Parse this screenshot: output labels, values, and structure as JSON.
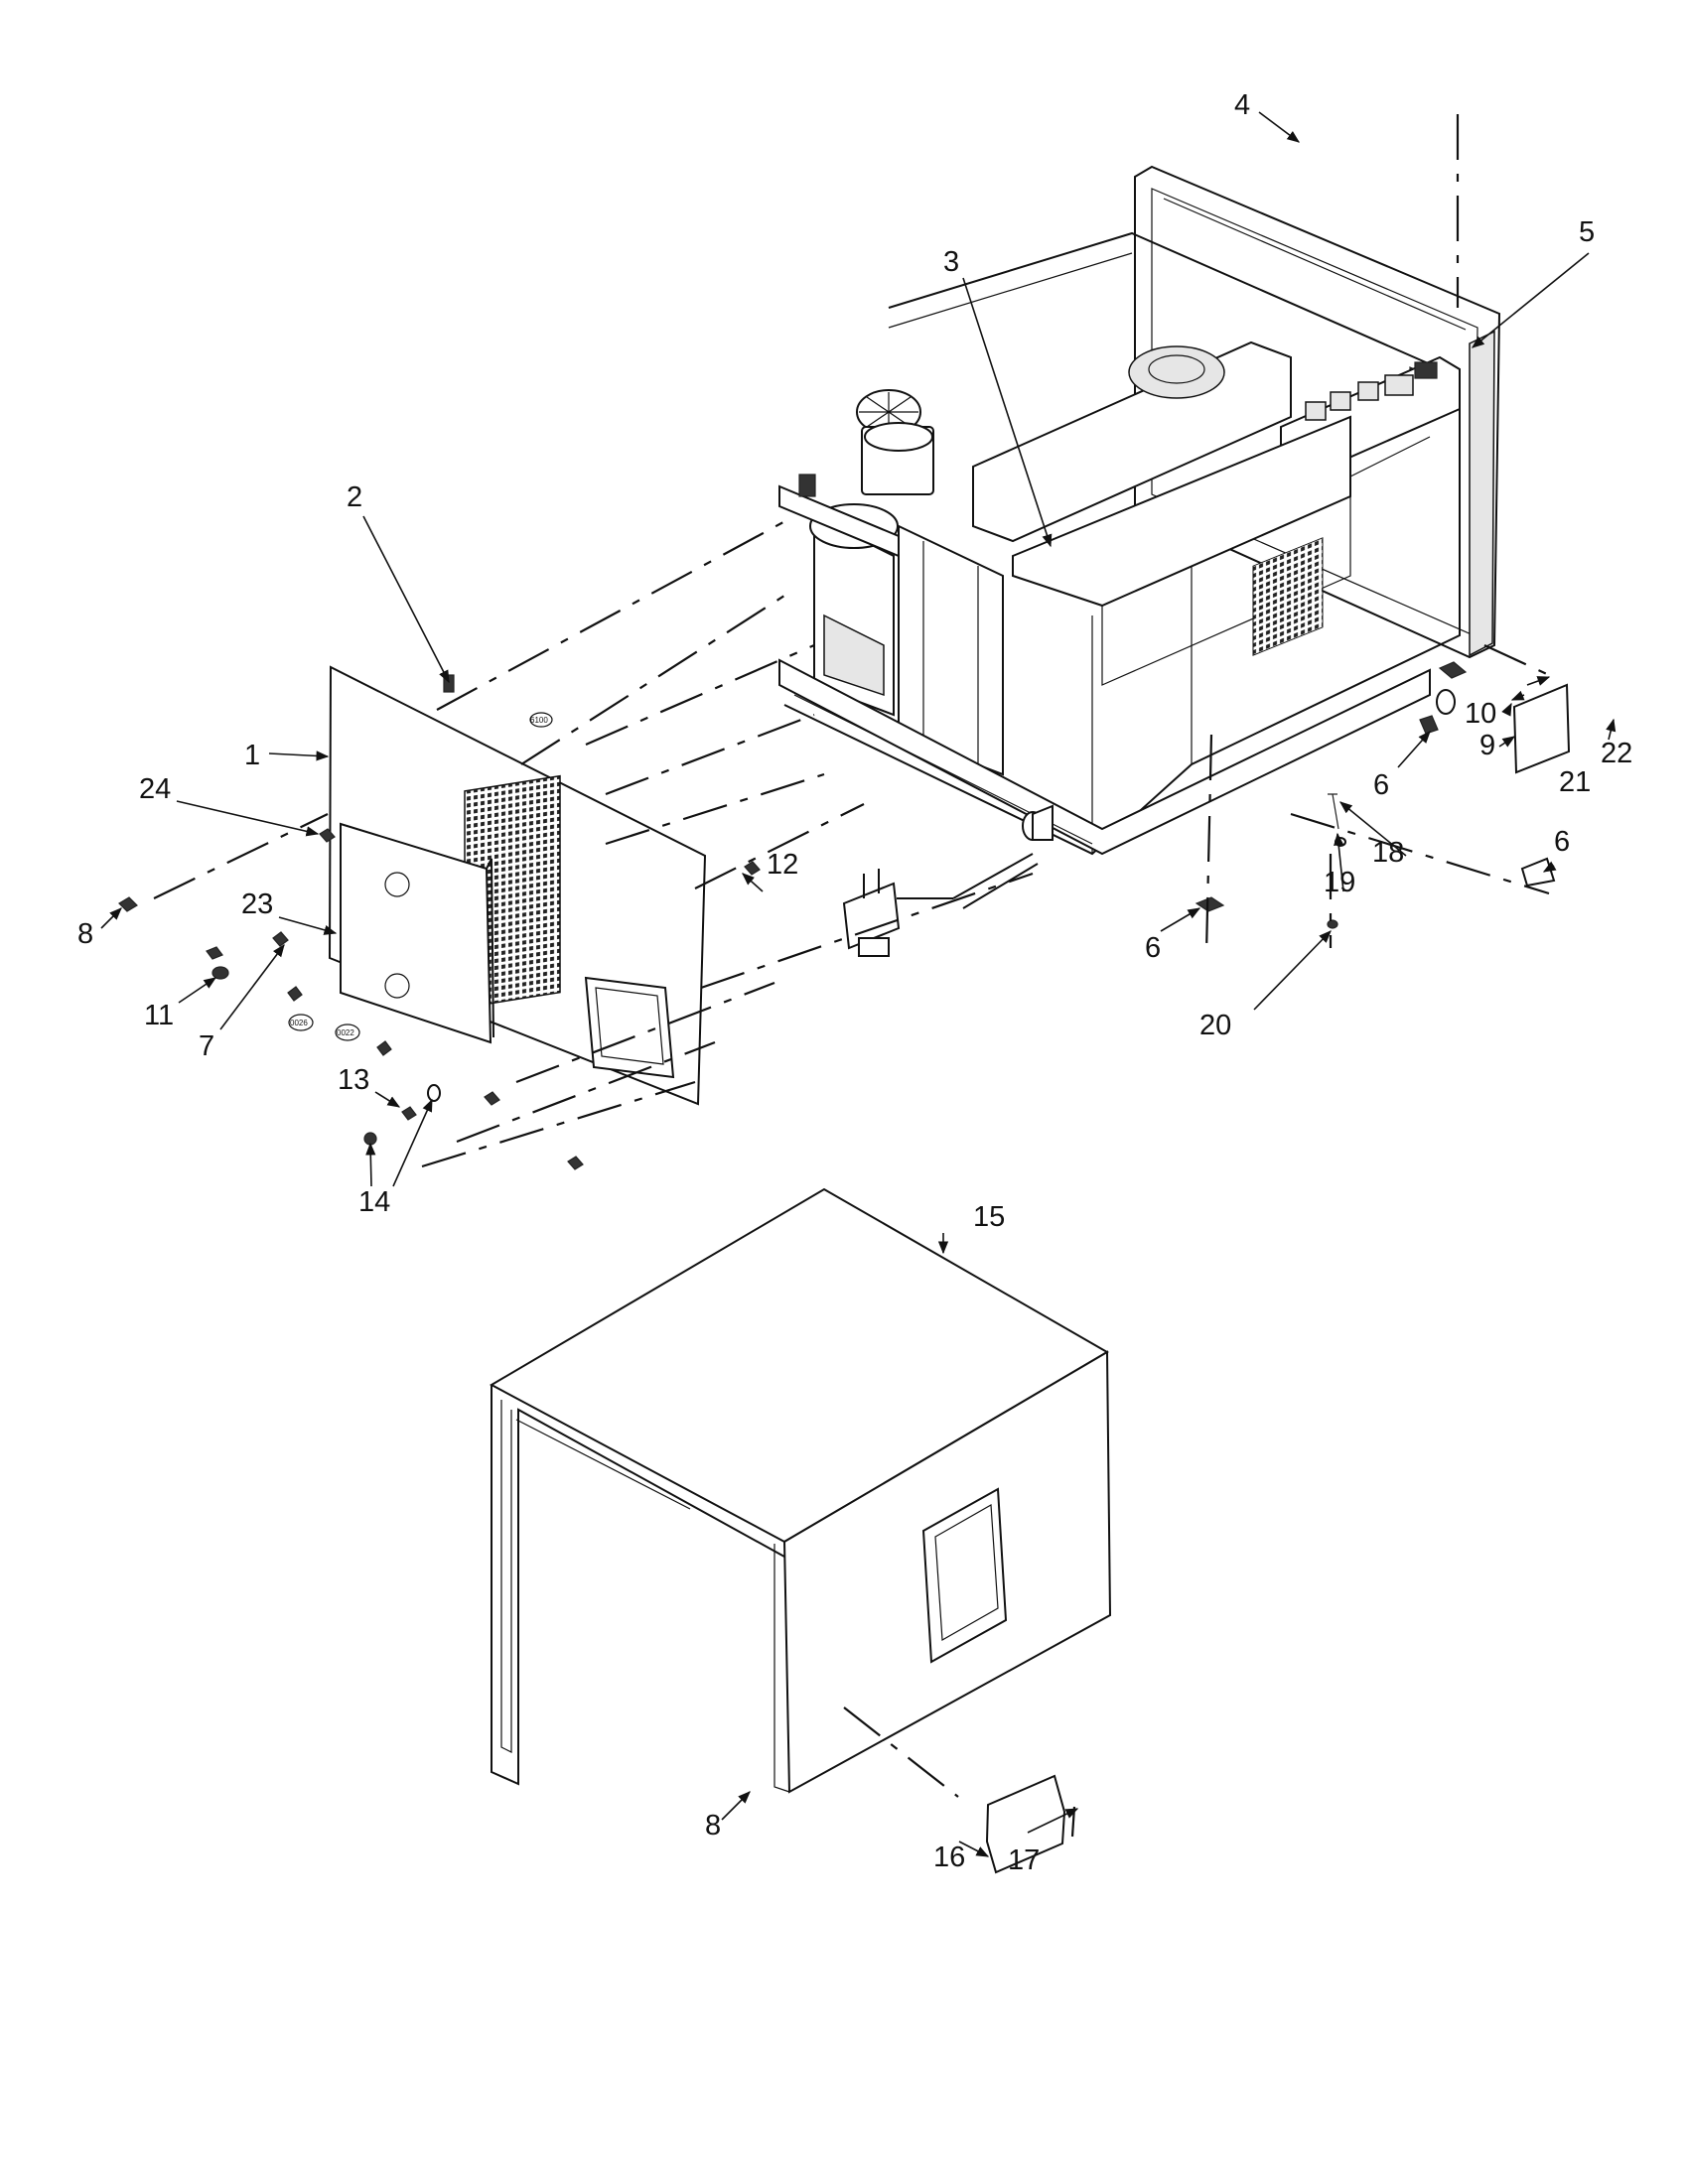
{
  "diagram": {
    "callouts": [
      "1",
      "2",
      "3",
      "4",
      "5",
      "6",
      "6",
      "6",
      "6",
      "7",
      "8",
      "8",
      "9",
      "10",
      "11",
      "12",
      "13",
      "14",
      "15",
      "16",
      "17",
      "18",
      "19",
      "20",
      "21",
      "22",
      "23",
      "24"
    ],
    "stamps": [
      "6100",
      "0026",
      "0022"
    ]
  }
}
